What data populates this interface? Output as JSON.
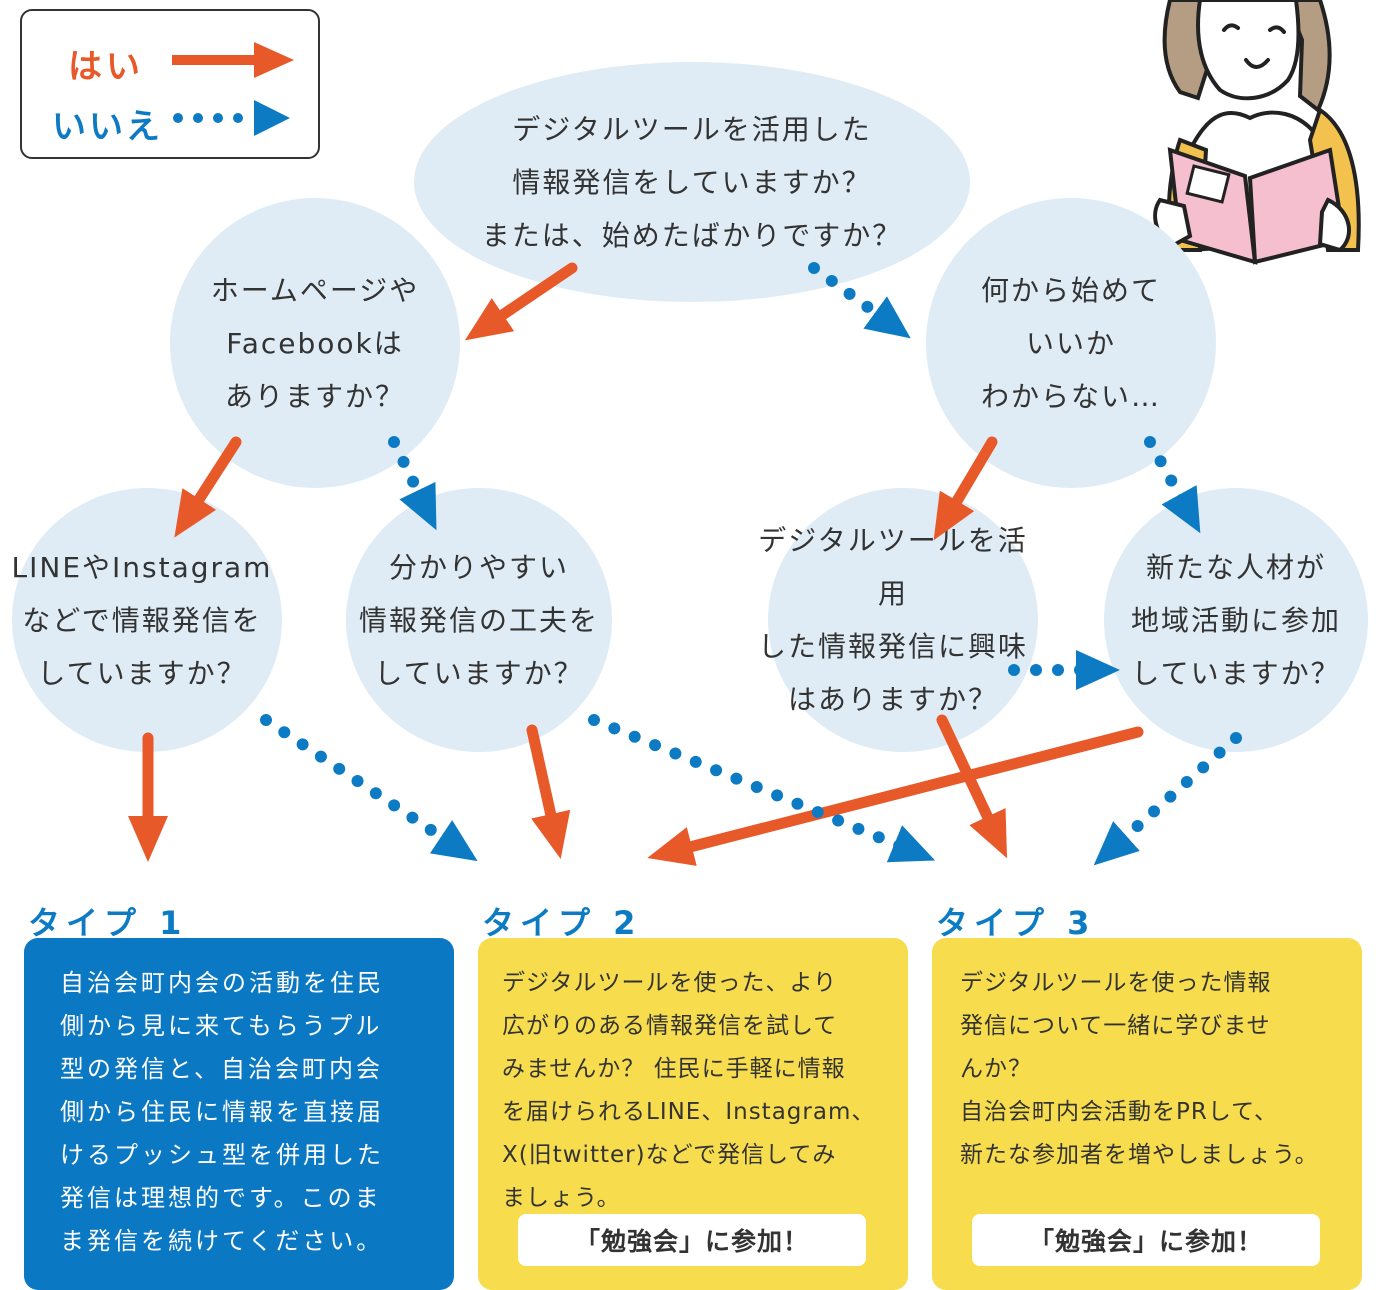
{
  "legend": {
    "yes_label": "はい",
    "no_label": "いいえ"
  },
  "nodes": {
    "start": "デジタルツールを活用した\n情報発信をしていますか？\nまたは、始めたばかりですか？",
    "homepage": "ホームページや\nFacebookは\nありますか？",
    "unsure": "何から始めて\nいいか\nわからない…",
    "line_instagram": "LINEやInstagram\nなどで情報発信を\nしていますか？",
    "easy_info": "分かりやすい\n情報発信の工夫を\nしていますか？",
    "interest": "デジタルツールを活用\nした情報発信に興味\nはありますか？",
    "new_talent": "新たな人材が\n地域活動に参加\nしていますか？"
  },
  "types": [
    {
      "label": "タイプ 1",
      "text": "自治会町内会の活動を住民\n側から見に来てもらうプル\n型の発信と、自治会町内会\n側から住民に情報を直接届\nけるプッシュ型を併用した\n発信は理想的です。このま\nま発信を続けてください。",
      "button": ""
    },
    {
      "label": "タイプ 2",
      "text": "デジタルツールを使った、より\n広がりのある情報発信を試して\nみませんか？ 住民に手軽に情報\nを届けられるLINE、Instagram、\nX(旧twitter)などで発信してみ\nましょう。",
      "button": "「勉強会」に参加！"
    },
    {
      "label": "タイプ 3",
      "text": "デジタルツールを使った情報\n発信について一緒に学びませ\nんか？\n自治会町内会活動をPRして、\n新たな参加者を増やしましょう。",
      "button": "「勉強会」に参加！"
    }
  ],
  "colors": {
    "yes": "#e8592a",
    "no": "#0d7bc4",
    "bubble": "#dfecf5",
    "type1_card": "#0a78c3",
    "type23_card": "#f7dd4d"
  }
}
